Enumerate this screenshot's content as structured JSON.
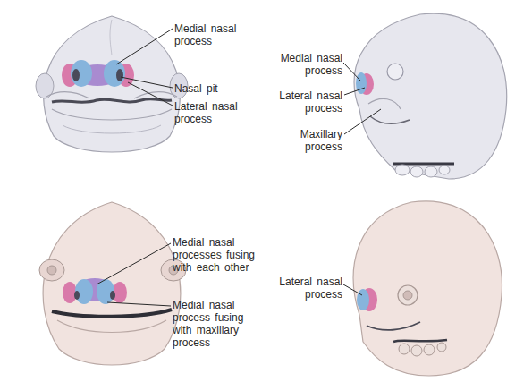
{
  "diagram": {
    "labels": [
      "Medial nasal process",
      "Nasal pit",
      "Lateral nasal process",
      "Medial nasal process",
      "Lateral nasal process",
      "Maxillary process",
      "Medial nasal processes fusing with each other",
      "Medial nasal process fusing with maxillary process",
      "Lateral nasal process"
    ]
  }
}
